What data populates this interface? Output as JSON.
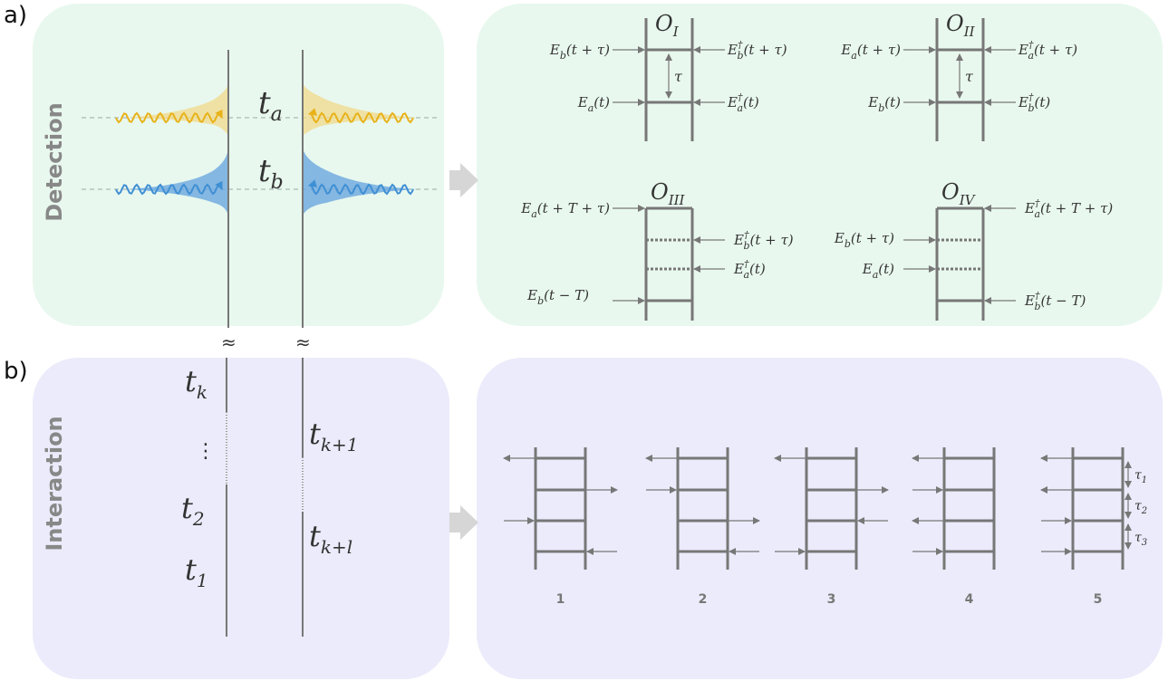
{
  "part_labels": {
    "a": "a)",
    "b": "b)"
  },
  "side_labels": {
    "detection": "Detection",
    "interaction": "Interaction"
  },
  "detection": {
    "time_a": "t",
    "time_a_sub": "a",
    "time_b": "t",
    "time_b_sub": "b",
    "approx_symbol": "≈",
    "colors": {
      "pulse_a": "#f2d98a",
      "wave_a": "#e8b21a",
      "pulse_b": "#6aa6df",
      "wave_b": "#3f8fd4",
      "line": "#777777"
    }
  },
  "operators": {
    "O1": {
      "title": "O",
      "title_sub": "I",
      "tau": "τ",
      "left_top": "E_b(t + τ)",
      "left_bottom": "E_a(t)",
      "right_top": "E_b^†(t + τ)",
      "right_bottom": "E_a^†(t)"
    },
    "O2": {
      "title": "O",
      "title_sub": "II",
      "tau": "τ",
      "left_top": "E_a(t + τ)",
      "left_bottom": "E_b(t)",
      "right_top": "E_a^†(t + τ)",
      "right_bottom": "E_b^†(t)"
    },
    "O3": {
      "title": "O",
      "title_sub": "III",
      "left_top": "E_a(t + T + τ)",
      "left_bottom": "E_b(t − T)",
      "right_mid1": "E_b^†(t + τ)",
      "right_mid2": "E_a^†(t)"
    },
    "O4": {
      "title": "O",
      "title_sub": "IV",
      "left_mid1": "E_b(t + τ)",
      "left_mid2": "E_a(t)",
      "right_top": "E_a^†(t + T + τ)",
      "right_bottom": "E_b^†(t − T)"
    }
  },
  "interaction": {
    "times_left": [
      {
        "base": "t",
        "sub": "k"
      },
      {
        "base": "⋮",
        "sub": ""
      },
      {
        "base": "t",
        "sub": "2"
      },
      {
        "base": "t",
        "sub": "1"
      }
    ],
    "times_right": [
      {
        "base": "t",
        "sub": "k+1"
      },
      {
        "base": "t",
        "sub": "k+l"
      }
    ],
    "ladder_numbers": [
      "1",
      "2",
      "3",
      "4",
      "5"
    ],
    "taus": [
      {
        "base": "τ",
        "sub": "1"
      },
      {
        "base": "τ",
        "sub": "2"
      },
      {
        "base": "τ",
        "sub": "3"
      }
    ]
  },
  "colors": {
    "panel_green": "#e8f8ee",
    "panel_purple": "#ebebfb",
    "ladder": "#777777",
    "arrow_big": "#d6d6d6"
  }
}
